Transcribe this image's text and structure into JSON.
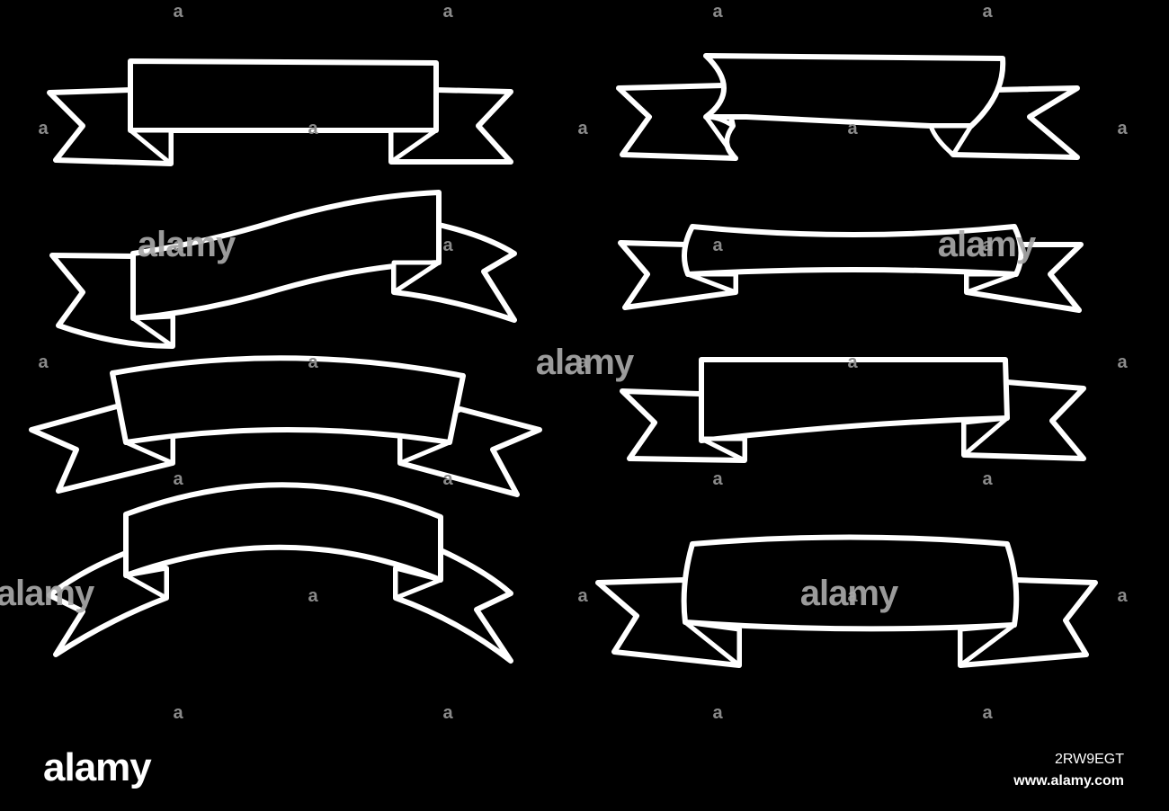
{
  "colors": {
    "background": "#000000",
    "ribbon_stroke": "#ffffff",
    "watermark": "#a9a9a9"
  },
  "watermark": {
    "brand": "alamy",
    "tile_glyph": "a"
  },
  "footer": {
    "brand": "alamy",
    "image_id": "2RW9EGT",
    "site_url": "www.alamy.com"
  },
  "banners": [
    {
      "style": "straight-flat"
    },
    {
      "style": "wave"
    },
    {
      "style": "arched"
    },
    {
      "style": "deep-arched"
    },
    {
      "style": "scroll-curl"
    },
    {
      "style": "narrow-straight"
    },
    {
      "style": "slight-wave"
    },
    {
      "style": "straight-wide"
    }
  ]
}
